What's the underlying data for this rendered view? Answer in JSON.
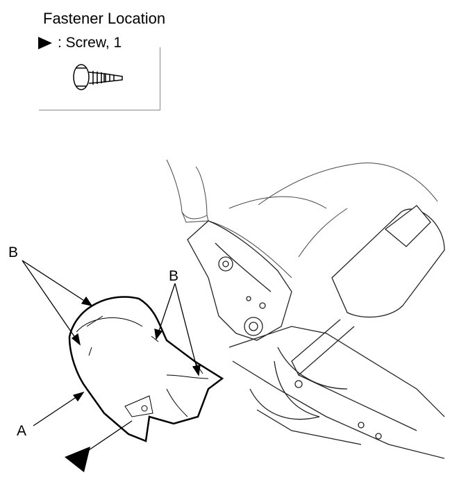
{
  "legend": {
    "title": "Fastener Location",
    "item_text": ": Screw, 1"
  },
  "labels": {
    "A": "A",
    "B_left": "B",
    "B_right": "B"
  }
}
